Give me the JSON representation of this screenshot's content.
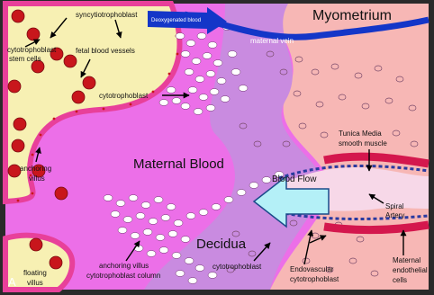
{
  "labels": {
    "myometrium": "Myometrium",
    "deoxygenated_blood": "Deoxygenated blood",
    "maternal_vein": "maternal vein",
    "syncytiotrophoblast": "syncytiotrophoblast",
    "cytotrophoblast_stem_cells_1": "cytotrophoblast",
    "cytotrophoblast_stem_cells_2": "stem cells",
    "fetal_blood_vessels": "fetal blood vessels",
    "cytotrophoblast_upper": "cytotrophoblast",
    "tunica_media_1": "Tunica Media",
    "tunica_media_2": "smooth muscle",
    "maternal_blood": "Maternal Blood",
    "blood_flow": "Blood Flow",
    "anchoring_villus_1": "anchoring",
    "anchoring_villus_2": "villus",
    "spiral_artery_1": "Spiral",
    "spiral_artery_2": "Artery",
    "decidua": "Decidua",
    "panel_letter": "A",
    "floating_villus_1": "floating",
    "floating_villus_2": "villus",
    "anchoring_column_1": "anchoring villus",
    "anchoring_column_2": "cytotrophoblast column",
    "cytotrophoblast_lower": "cytotrophoblast",
    "endovascular_1": "Endovascular",
    "endovascular_2": "cytotrophoblast",
    "maternal_endothelial_1": "Maternal",
    "maternal_endothelial_2": "endothelial",
    "maternal_endothelial_3": "cells"
  },
  "colors": {
    "villus_core": "#f7f0b3",
    "maternal_blood": "#ec6fe8",
    "myometrium": "#f7b7b5",
    "decidua": "#c98be0",
    "fetal_vessel": "#c8161c",
    "vein": "#1436c8",
    "artery_muscle": "#d4174d",
    "flow_arrow": "#b4f0f7"
  }
}
